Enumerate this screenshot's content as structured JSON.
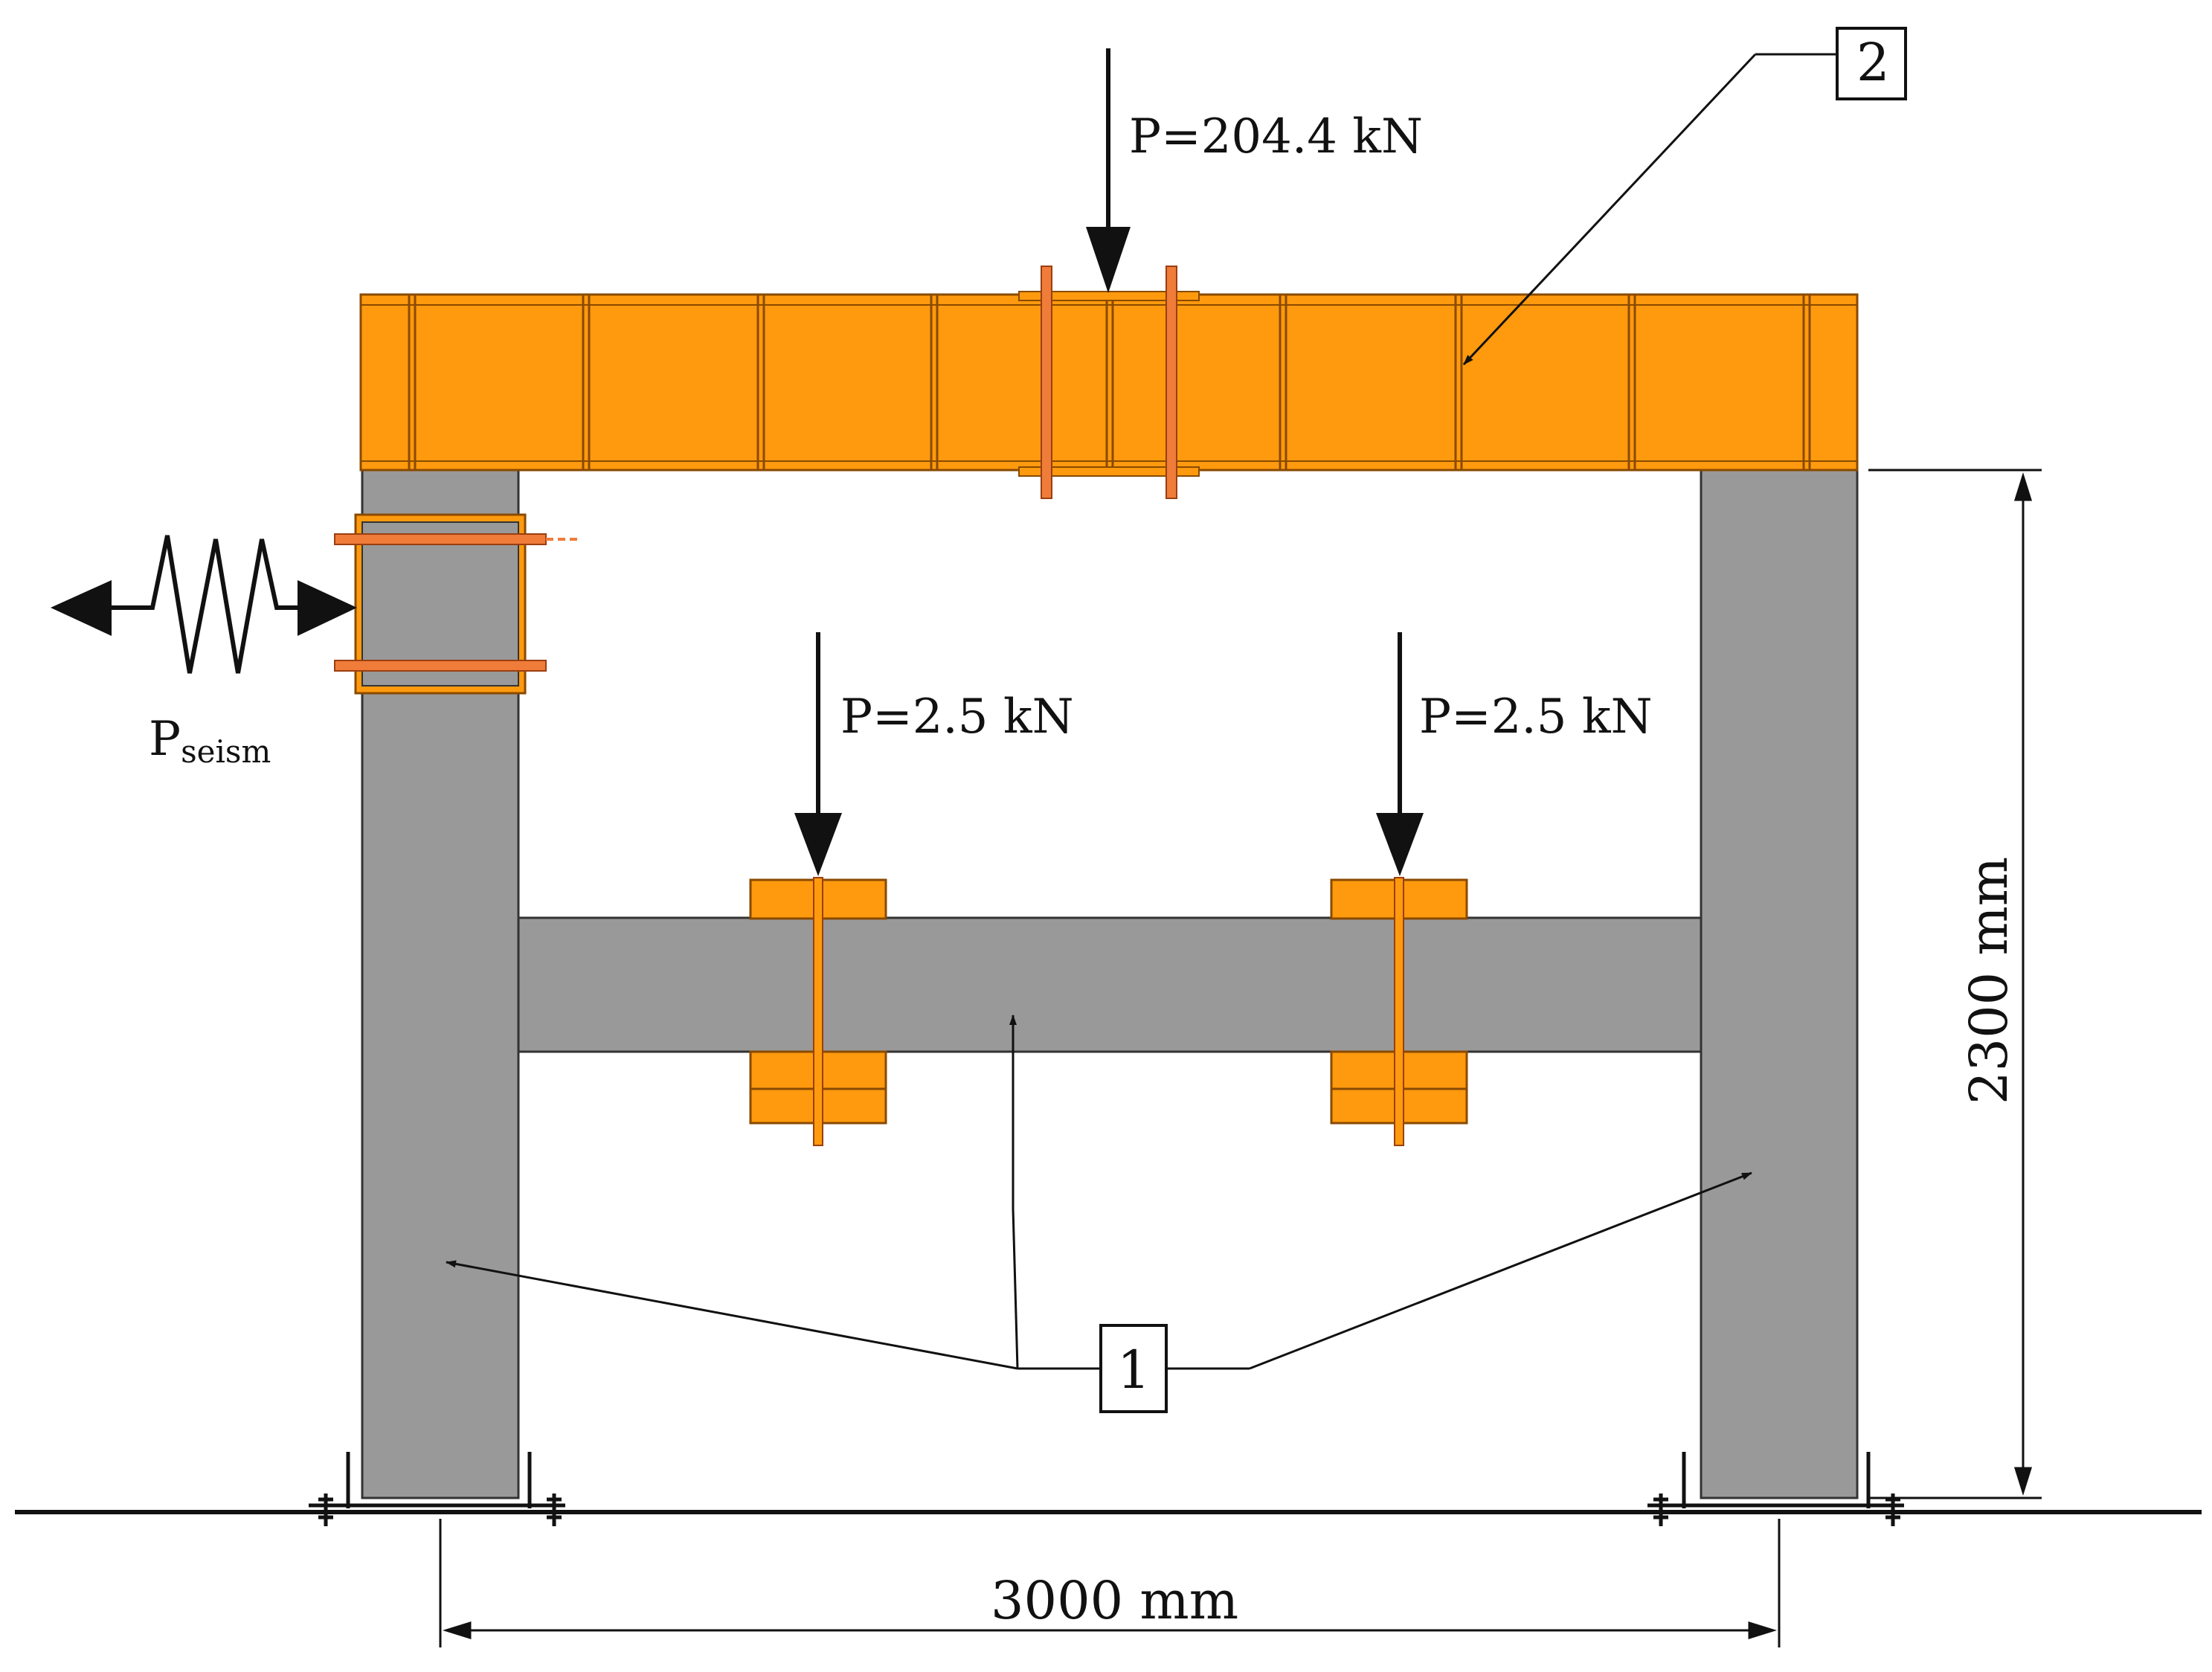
{
  "loads": {
    "top_load": "P=204.4 kN",
    "left_hook_load": "P=2.5 kN",
    "right_hook_load": "P=2.5 kN"
  },
  "seismic": {
    "label_main": "P",
    "label_sub": "seism"
  },
  "dimensions": {
    "height": "2300 mm",
    "span": "3000 mm"
  },
  "callouts": {
    "callout_1": "1",
    "callout_2": "2"
  },
  "colors": {
    "steel_orange": "#FF9A0E",
    "concrete_gray": "#999999",
    "line_black": "#111111"
  }
}
